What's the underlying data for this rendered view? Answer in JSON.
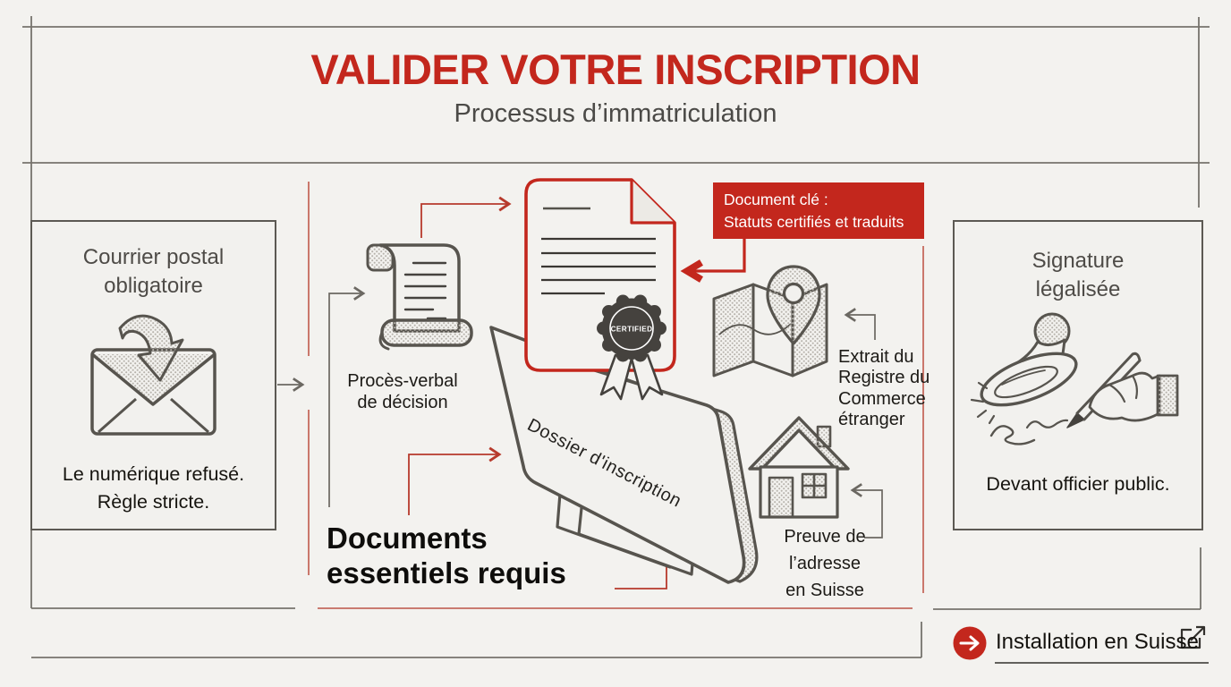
{
  "colors": {
    "accent_red": "#c3271d",
    "connector_red": "#c56a5e",
    "icon_ink": "#57544e",
    "frame_gray": "#76736d",
    "text_dark": "#16140f"
  },
  "header": {
    "title": "VALIDER VOTRE INSCRIPTION",
    "subtitle": "Processus d’immatriculation"
  },
  "postal_box": {
    "icon": "envelope-arrow-icon",
    "title": "Courrier postal\nobligatoire",
    "note": "Le numérique refusé.\nRègle stricte."
  },
  "steps": {
    "proces_verbal": {
      "icon": "scroll-icon",
      "label": "Procès-verbal\nde décision"
    },
    "statuts": {
      "icon": "certified-document-icon",
      "badge_label": "CERTIFIED",
      "callout": "Document clé :\nStatuts certifiés et traduits"
    },
    "extrait": {
      "icon": "map-pin-icon",
      "label": "Extrait du\nRegistre du\nCommerce\nétranger"
    },
    "preuve": {
      "icon": "house-icon",
      "label": "Preuve de\nl’adresse\nen Suisse"
    }
  },
  "folder": {
    "icon": "folder-icon",
    "label": "Dossier d'inscription",
    "heading": "Documents\nessentiels requis"
  },
  "signature_box": {
    "icon": "stamp-signature-icon",
    "title": "Signature\nlégalisée",
    "note": "Devant officier public."
  },
  "cta": {
    "arrow_icon": "arrow-right-icon",
    "label": "Installation en Suisse",
    "external_icon": "external-link-icon"
  }
}
